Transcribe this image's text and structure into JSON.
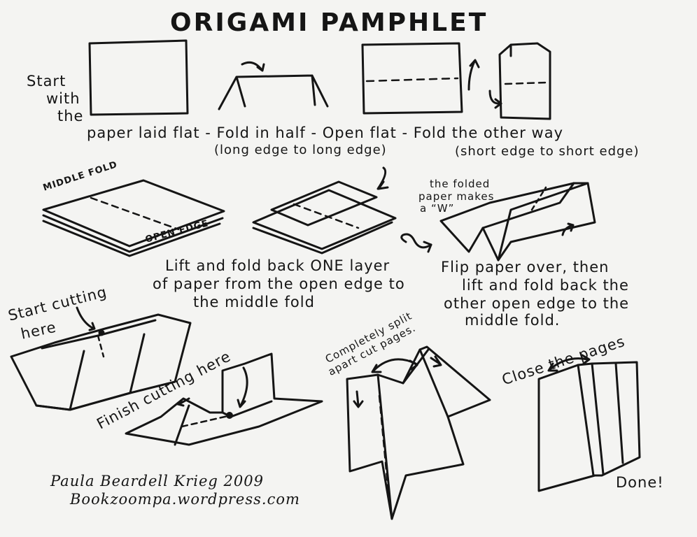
{
  "title": "ORIGAMI PAMPHLET",
  "step1": {
    "intro": [
      "Start",
      "with",
      "the"
    ],
    "line1": "paper laid flat - Fold in half  -   Open flat - Fold the other way",
    "sub_a": "(long edge to long edge)",
    "sub_b": "(short edge to short edge)"
  },
  "step2": {
    "label_middle": "MIDDLE FOLD",
    "label_open": "OPEN EDGE",
    "caption": [
      "Lift and fold back ONE layer",
      "of paper from the open edge to",
      "the middle fold"
    ]
  },
  "step3": {
    "note": [
      "the folded",
      "paper makes",
      "a “W”"
    ],
    "caption": [
      "Flip paper over, then",
      "lift and fold back the",
      "other open edge to the",
      "middle fold."
    ]
  },
  "step4": {
    "start_cut": [
      "Start cutting",
      "here"
    ],
    "finish_cut": "Finish cutting here",
    "split": [
      "Completely split",
      "apart cut pages."
    ],
    "close": "Close the pages",
    "done": "Done!"
  },
  "credit": {
    "author": "Paula Beardell Krieg 2009",
    "site": "Bookzoompa.wordpress.com"
  }
}
